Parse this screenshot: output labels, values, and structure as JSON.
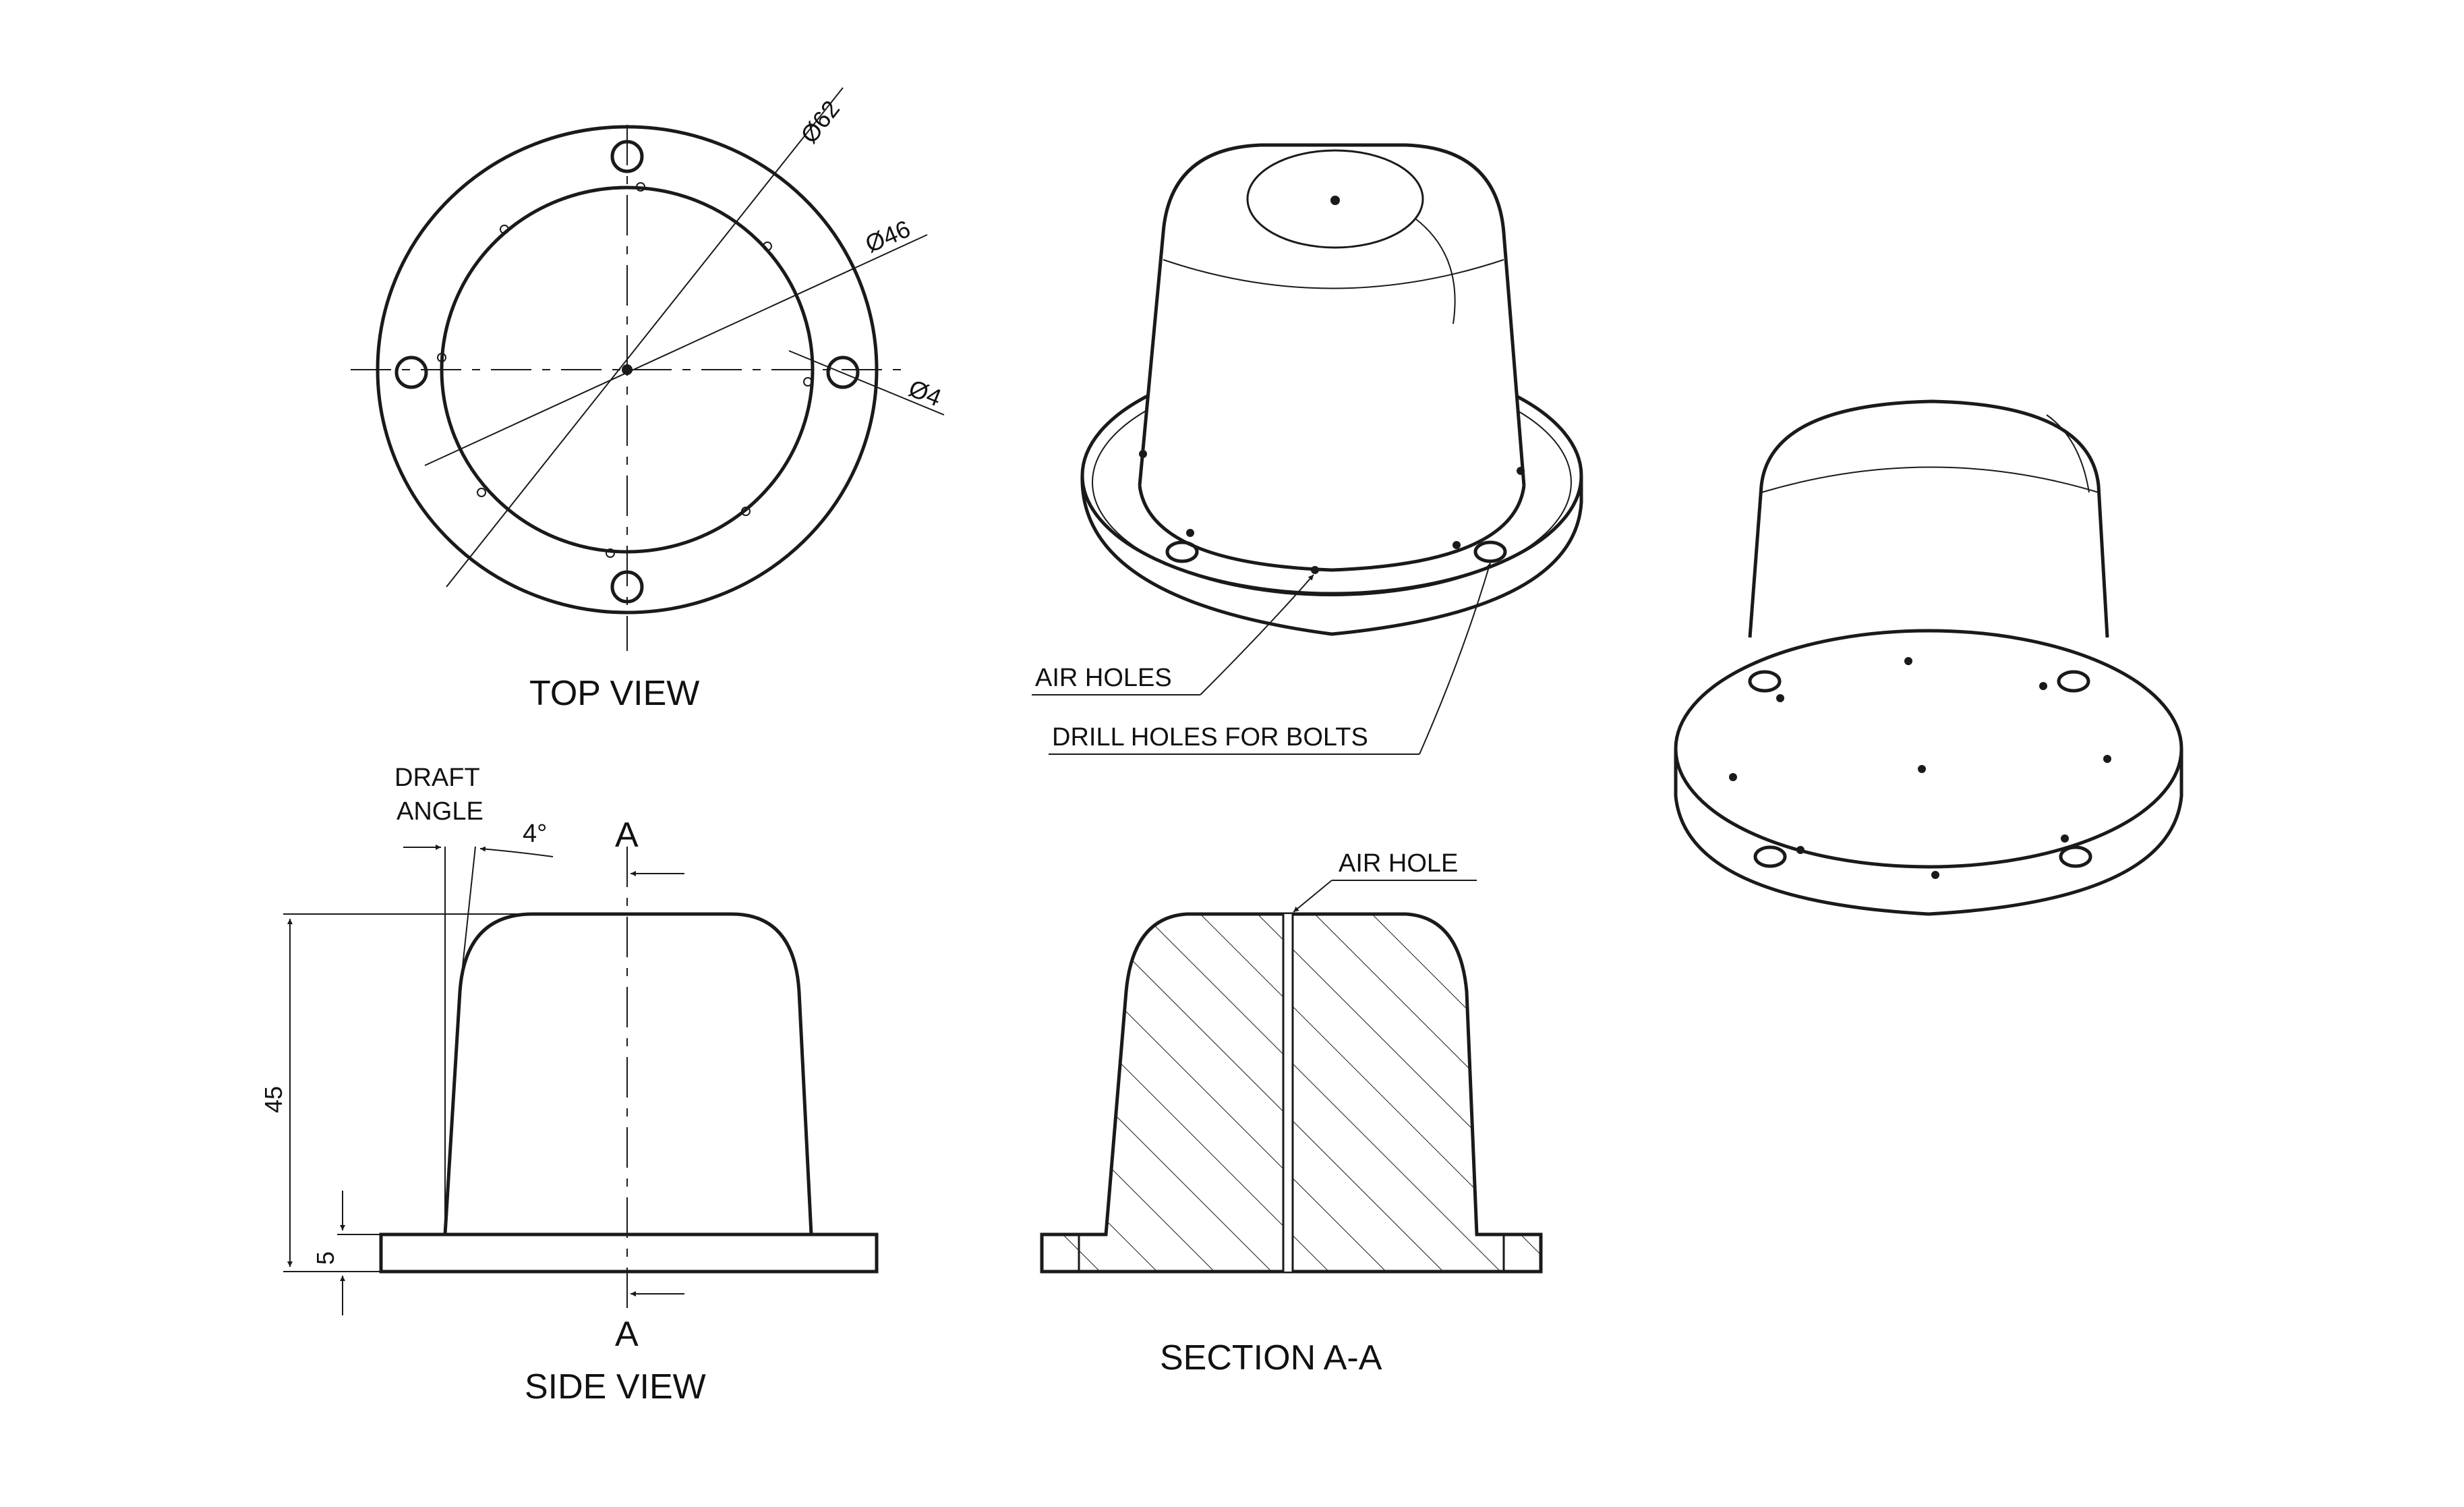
{
  "labels": {
    "top_view": "TOP VIEW",
    "side_view": "SIDE VIEW",
    "section": "SECTION A-A",
    "section_letter_top": "A",
    "section_letter_bottom": "A",
    "draft_angle_line1": "DRAFT",
    "draft_angle_line2": "ANGLE",
    "draft_value": "4°",
    "air_holes": "AIR HOLES",
    "drill_holes": "DRILL HOLES FOR BOLTS",
    "air_hole": "AIR HOLE"
  },
  "dimensions": {
    "outer_diameter": "Ø62",
    "inner_diameter": "Ø46",
    "hole_diameter": "Ø4",
    "height": "45",
    "flange_thickness": "5"
  },
  "colors": {
    "line": "#1a1a1a",
    "background": "#ffffff"
  }
}
